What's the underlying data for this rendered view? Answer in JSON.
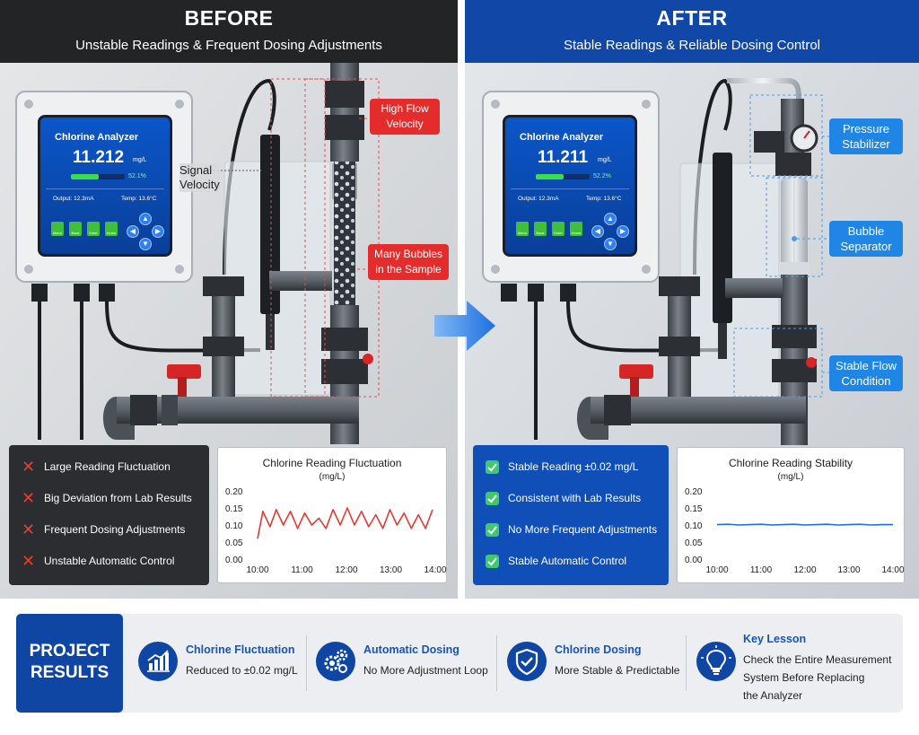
{
  "before": {
    "title": "BEFORE",
    "subtitle": "Unstable Readings & Frequent Dosing Adjustments",
    "analyzer": {
      "title": "Chlorine Analyzer",
      "value": "11.212",
      "unit": "mg/L",
      "percent_label": "52.1%",
      "percent": 52.1,
      "output": "Output: 12.3mA",
      "temp": "Temp: 13.6°C"
    },
    "signal_label": "Signal\nVelocity",
    "flags": [
      "High Flow\nVelocity",
      "Many Bubbles\nin the Sample"
    ],
    "issues": [
      "Large Reading Fluctuation",
      "Big Deviation from Lab Results",
      "Frequent Dosing Adjustments",
      "Unstable Automatic Control"
    ]
  },
  "after": {
    "title": "AFTER",
    "subtitle": "Stable Readings & Reliable Dosing Control",
    "analyzer": {
      "title": "Chlorine Analyzer",
      "value": "11.211",
      "unit": "mg/L",
      "percent_label": "52.2%",
      "percent": 52.2,
      "output": "Output: 12.3mA",
      "temp": "Temp: 13.6°C"
    },
    "flags": [
      "Pressure\nStabilizer",
      "Bubble\nSeparator",
      "Stable Flow\nCondition"
    ],
    "issues": [
      "Stable Reading ±0.02 mg/L",
      "Consistent with Lab Results",
      "No More Frequent Adjustments",
      "Stable Automatic Control"
    ]
  },
  "analyzer_buttons": [
    "Menu",
    "Back",
    "Enter",
    "Home"
  ],
  "chart_data": [
    {
      "type": "line",
      "title": "Chlorine Reading Fluctuation",
      "ylabel": "(mg/L)",
      "x_ticks": [
        "10:00",
        "11:00",
        "12:00",
        "13:00",
        "14:00"
      ],
      "y_ticks": [
        "0.20",
        "0.15",
        "0.10",
        "0.05",
        "0.00"
      ],
      "ylim": [
        0,
        0.2
      ],
      "xlim": [
        0,
        4
      ],
      "color": "#e53935",
      "series": [
        {
          "x": [
            0.0,
            0.12,
            0.28,
            0.42,
            0.58,
            0.74,
            0.9,
            1.06,
            1.22,
            1.38,
            1.54,
            1.7,
            1.86,
            2.02,
            2.18,
            2.34,
            2.5,
            2.66,
            2.82,
            2.98,
            3.14,
            3.3,
            3.46,
            3.62,
            3.78,
            3.94
          ],
          "values": [
            0.06,
            0.14,
            0.095,
            0.145,
            0.1,
            0.14,
            0.09,
            0.135,
            0.1,
            0.12,
            0.09,
            0.145,
            0.1,
            0.15,
            0.1,
            0.14,
            0.095,
            0.13,
            0.09,
            0.145,
            0.1,
            0.135,
            0.09,
            0.13,
            0.09,
            0.145
          ]
        }
      ]
    },
    {
      "type": "line",
      "title": "Chlorine Reading Stability",
      "ylabel": "(mg/L)",
      "x_ticks": [
        "10:00",
        "11:00",
        "12:00",
        "13:00",
        "14:00"
      ],
      "y_ticks": [
        "0.20",
        "0.15",
        "0.10",
        "0.05",
        "0.00"
      ],
      "ylim": [
        0,
        0.2
      ],
      "xlim": [
        0,
        4
      ],
      "color": "#1e6fd6",
      "series": [
        {
          "x": [
            0.0,
            0.25,
            0.5,
            0.75,
            1.0,
            1.25,
            1.5,
            1.75,
            2.0,
            2.25,
            2.5,
            2.75,
            3.0,
            3.25,
            3.5,
            3.75,
            4.0
          ],
          "values": [
            0.101,
            0.102,
            0.1,
            0.101,
            0.102,
            0.1,
            0.101,
            0.102,
            0.1,
            0.101,
            0.102,
            0.1,
            0.101,
            0.102,
            0.1,
            0.101,
            0.101
          ]
        }
      ]
    }
  ],
  "results": {
    "badge": "PROJECT\nRESULTS",
    "items": [
      {
        "icon": "chart-icon",
        "title": "Chlorine Fluctuation",
        "desc": "Reduced to ±0.02 mg/L"
      },
      {
        "icon": "gears-icon",
        "title": "Automatic Dosing",
        "desc": "No More Adjustment Loop"
      },
      {
        "icon": "shield-check-icon",
        "title": "Chlorine Dosing",
        "desc": "More Stable & Predictable"
      },
      {
        "icon": "lightbulb-icon",
        "title": "Key Lesson",
        "desc": "Check the Entire Measurement\nSystem Before Replacing\nthe Analyzer"
      }
    ]
  },
  "colors": {
    "before_header": "#222426",
    "after_header": "#1147a6",
    "flag_red": "#e52c2c",
    "flag_blue": "#1f86e6",
    "check_green": "#3ec96b",
    "cross_red": "#e8402f"
  }
}
